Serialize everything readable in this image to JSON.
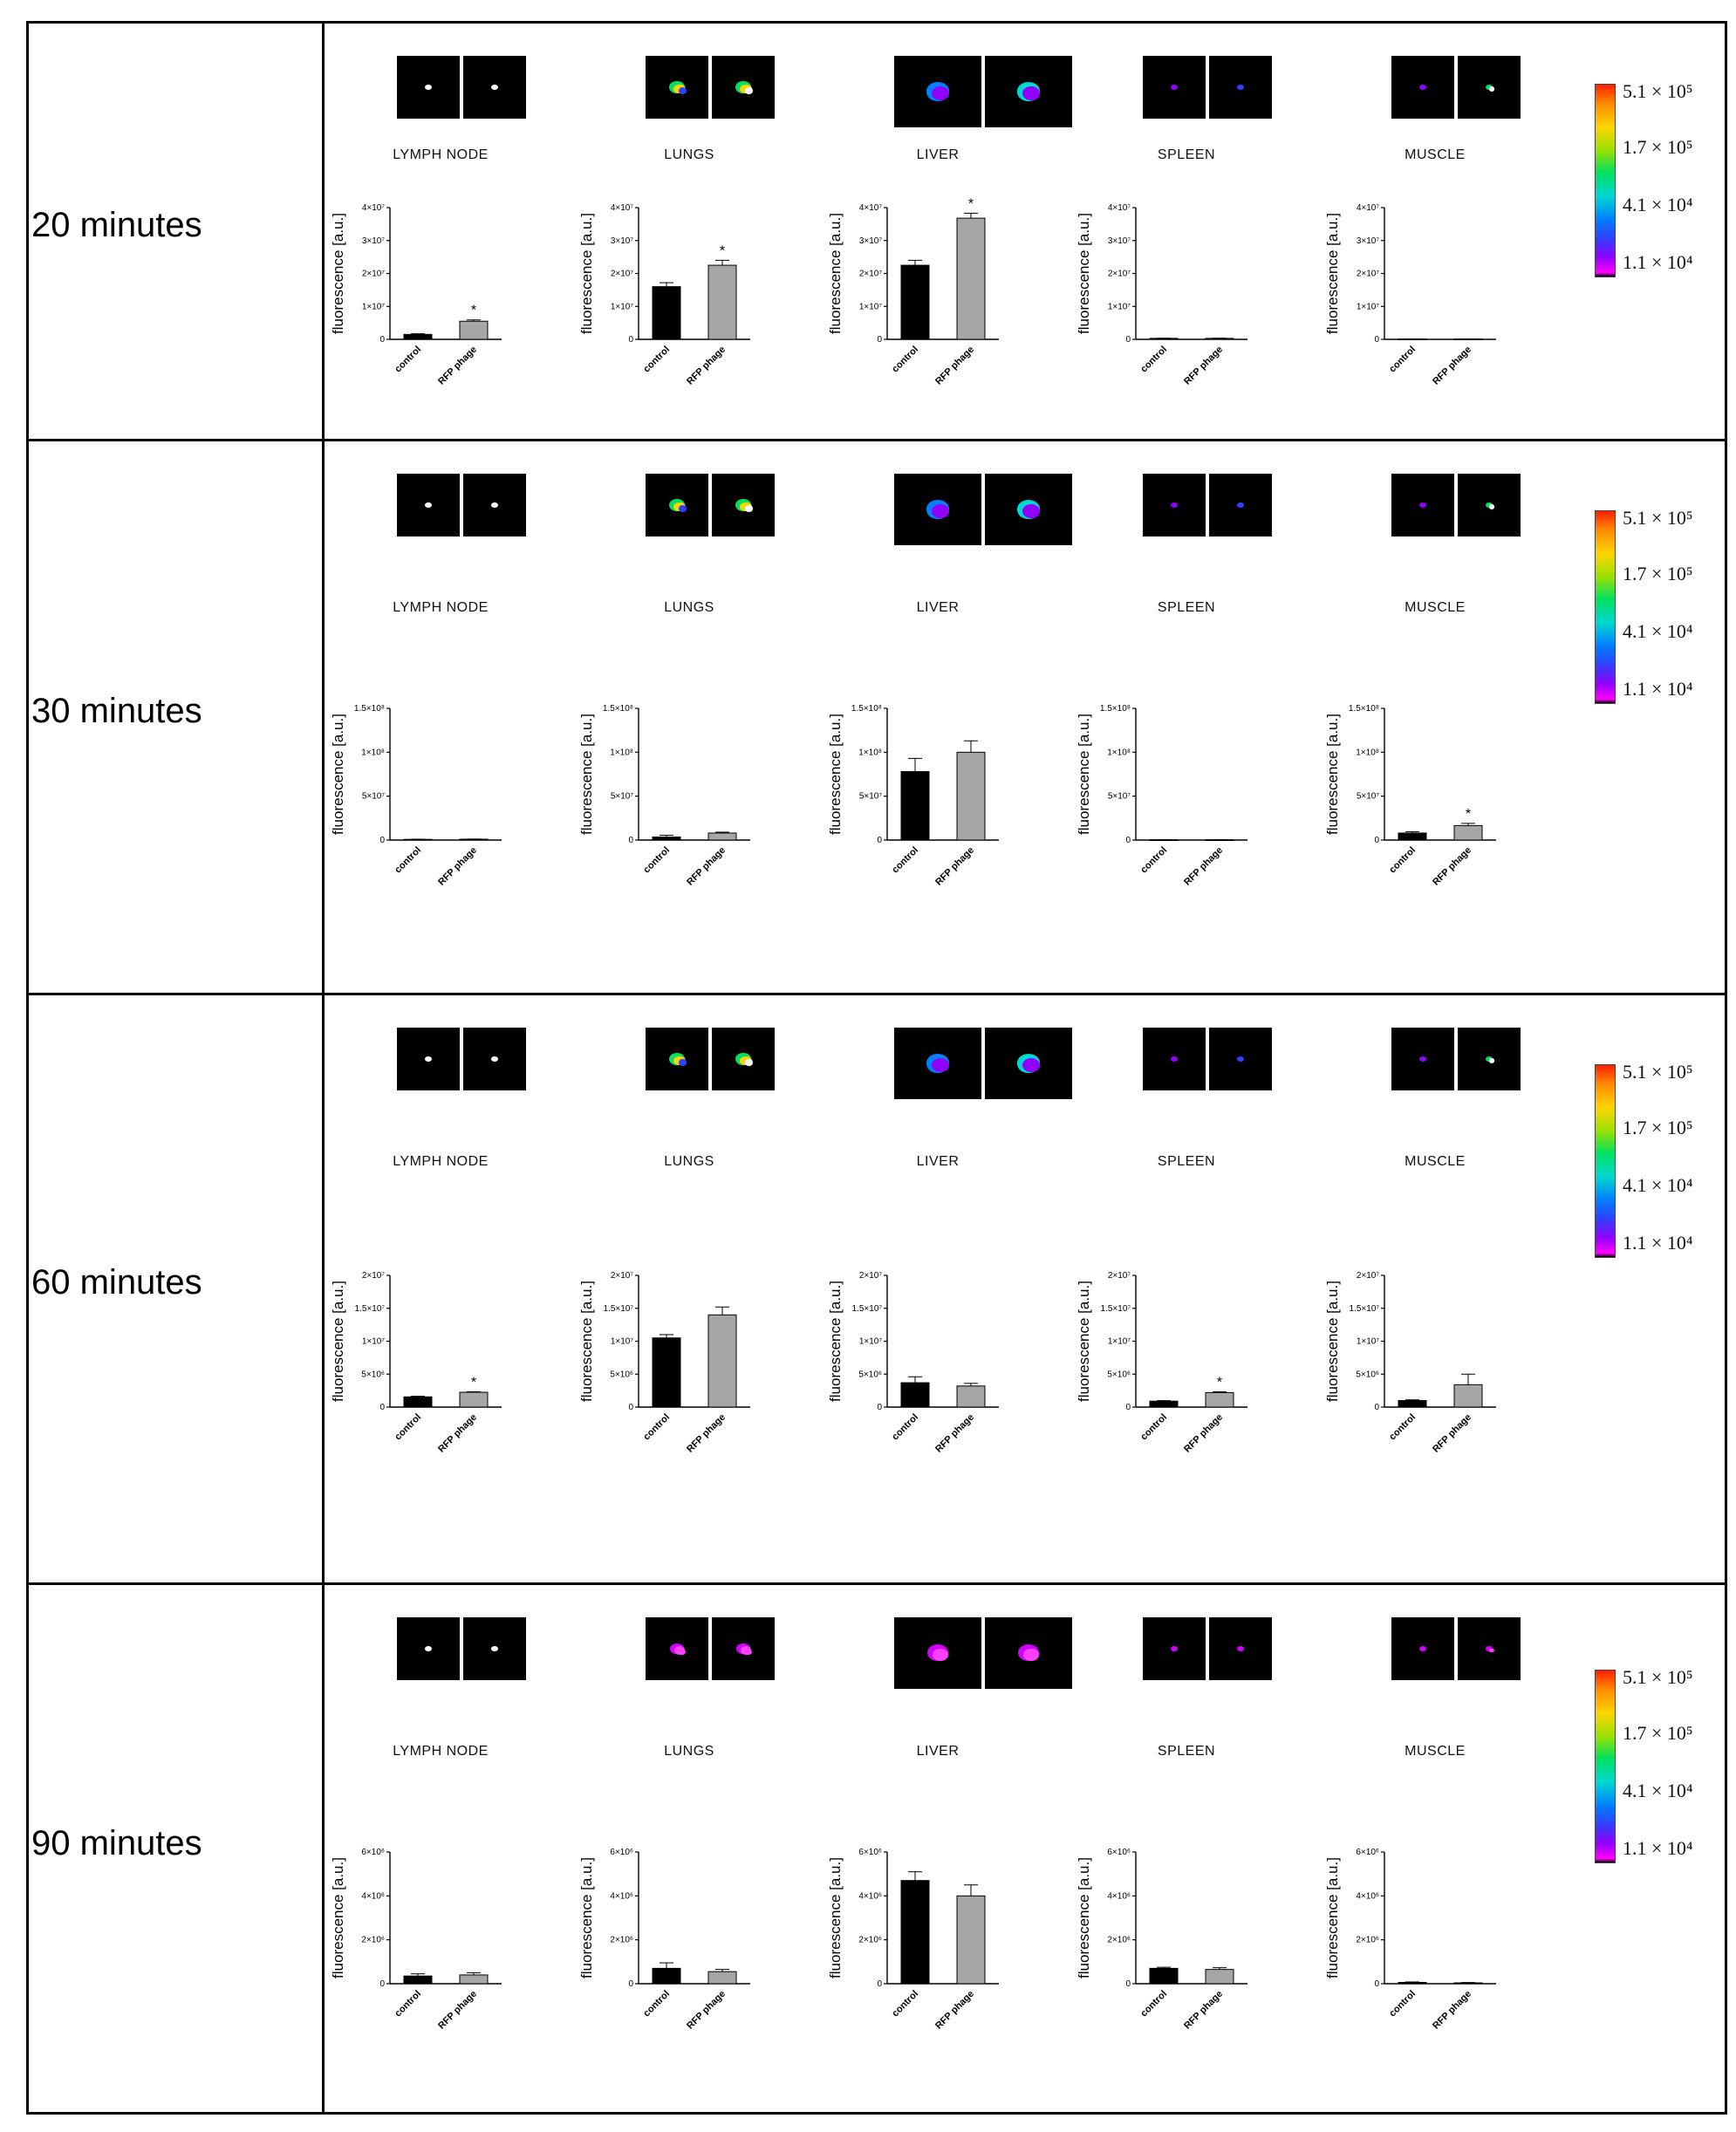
{
  "figure": {
    "organ_names": [
      "LYMPH NODE",
      "LUNGS",
      "LIVER",
      "SPLEEN",
      "MUSCLE"
    ],
    "categories": [
      "control",
      "RFP phage"
    ],
    "ylabel": "fluorescence [a.u.]",
    "colorbar": {
      "labels": [
        "5.1 × 10⁵",
        "1.7 × 10⁵",
        "4.1 × 10⁴",
        "1.1 × 10⁴"
      ],
      "colors": [
        "#ff2000",
        "#ff8c00",
        "#ffd400",
        "#00e060",
        "#00d8d0",
        "#0080ff",
        "#9000ff",
        "#ff00ff"
      ]
    },
    "bar_colors": {
      "control": "#000000",
      "RFP phage": "#a6a6a6"
    }
  },
  "rows": [
    {
      "time": "20 minutes",
      "tick_labels": [
        "0",
        "1×10⁷",
        "2×10⁷",
        "3×10⁷",
        "4×10⁷"
      ],
      "ylim": [
        0,
        40000000
      ]
    },
    {
      "time": "30 minutes",
      "tick_labels": [
        "0",
        "5×10⁷",
        "1×10⁸",
        "1.5×10⁸"
      ],
      "ylim": [
        0,
        150000000
      ]
    },
    {
      "time": "60 minutes",
      "tick_labels": [
        "0",
        "5×10⁶",
        "1×10⁷",
        "1.5×10⁷",
        "2×10⁷"
      ],
      "ylim": [
        0,
        20000000
      ]
    },
    {
      "time": "90 minutes",
      "tick_labels": [
        "0",
        "2×10⁶",
        "4×10⁶",
        "6×10⁶"
      ],
      "ylim": [
        0,
        6000000
      ]
    }
  ],
  "chart_data": [
    {
      "type": "bar",
      "time": "20 minutes",
      "organ": "LYMPH NODE",
      "categories": [
        "control",
        "RFP phage"
      ],
      "values": [
        1500000,
        5500000
      ],
      "errors": [
        200000,
        400000
      ],
      "significant": [
        false,
        true
      ],
      "ylabel": "fluorescence [a.u.]",
      "ylim": [
        0,
        40000000
      ]
    },
    {
      "type": "bar",
      "time": "20 minutes",
      "organ": "LUNGS",
      "categories": [
        "control",
        "RFP phage"
      ],
      "values": [
        16000000,
        22500000
      ],
      "errors": [
        1200000,
        1500000
      ],
      "significant": [
        false,
        true
      ],
      "ylabel": "fluorescence [a.u.]",
      "ylim": [
        0,
        40000000
      ]
    },
    {
      "type": "bar",
      "time": "20 minutes",
      "organ": "LIVER",
      "categories": [
        "control",
        "RFP phage"
      ],
      "values": [
        22500000,
        36800000
      ],
      "errors": [
        1500000,
        1500000
      ],
      "significant": [
        false,
        true
      ],
      "ylabel": "fluorescence [a.u.]",
      "ylim": [
        0,
        40000000
      ]
    },
    {
      "type": "bar",
      "time": "20 minutes",
      "organ": "SPLEEN",
      "categories": [
        "control",
        "RFP phage"
      ],
      "values": [
        300000,
        300000
      ],
      "errors": [
        50000,
        50000
      ],
      "significant": [
        false,
        false
      ],
      "ylabel": "fluorescence [a.u.]",
      "ylim": [
        0,
        40000000
      ]
    },
    {
      "type": "bar",
      "time": "20 minutes",
      "organ": "MUSCLE",
      "categories": [
        "control",
        "RFP phage"
      ],
      "values": [
        100000,
        100000
      ],
      "errors": [
        20000,
        20000
      ],
      "significant": [
        false,
        false
      ],
      "ylabel": "fluorescence [a.u.]",
      "ylim": [
        0,
        40000000
      ]
    },
    {
      "type": "bar",
      "time": "30 minutes",
      "organ": "LYMPH NODE",
      "categories": [
        "control",
        "RFP phage"
      ],
      "values": [
        800000,
        1000000
      ],
      "errors": [
        200000,
        200000
      ],
      "significant": [
        false,
        false
      ],
      "ylabel": "fluorescence [a.u.]",
      "ylim": [
        0,
        150000000
      ]
    },
    {
      "type": "bar",
      "time": "30 minutes",
      "organ": "LUNGS",
      "categories": [
        "control",
        "RFP phage"
      ],
      "values": [
        3500000,
        8000000
      ],
      "errors": [
        2000000,
        1000000
      ],
      "significant": [
        false,
        false
      ],
      "ylabel": "fluorescence [a.u.]",
      "ylim": [
        0,
        150000000
      ]
    },
    {
      "type": "bar",
      "time": "30 minutes",
      "organ": "LIVER",
      "categories": [
        "control",
        "RFP phage"
      ],
      "values": [
        78000000,
        100000000
      ],
      "errors": [
        15000000,
        13000000
      ],
      "significant": [
        false,
        false
      ],
      "ylabel": "fluorescence [a.u.]",
      "ylim": [
        0,
        150000000
      ]
    },
    {
      "type": "bar",
      "time": "30 minutes",
      "organ": "SPLEEN",
      "categories": [
        "control",
        "RFP phage"
      ],
      "values": [
        300000,
        300000
      ],
      "errors": [
        50000,
        50000
      ],
      "significant": [
        false,
        false
      ],
      "ylabel": "fluorescence [a.u.]",
      "ylim": [
        0,
        150000000
      ]
    },
    {
      "type": "bar",
      "time": "30 minutes",
      "organ": "MUSCLE",
      "categories": [
        "control",
        "RFP phage"
      ],
      "values": [
        8000000,
        16500000
      ],
      "errors": [
        1500000,
        2500000
      ],
      "significant": [
        false,
        true
      ],
      "ylabel": "fluorescence [a.u.]",
      "ylim": [
        0,
        150000000
      ]
    },
    {
      "type": "bar",
      "time": "60 minutes",
      "organ": "LYMPH NODE",
      "categories": [
        "control",
        "RFP phage"
      ],
      "values": [
        1550000,
        2250000
      ],
      "errors": [
        100000,
        80000
      ],
      "significant": [
        false,
        true
      ],
      "ylabel": "fluorescence [a.u.]",
      "ylim": [
        0,
        20000000
      ]
    },
    {
      "type": "bar",
      "time": "60 minutes",
      "organ": "LUNGS",
      "categories": [
        "control",
        "RFP phage"
      ],
      "values": [
        10500000,
        14000000
      ],
      "errors": [
        500000,
        1200000
      ],
      "significant": [
        false,
        false
      ],
      "ylabel": "fluorescence [a.u.]",
      "ylim": [
        0,
        20000000
      ]
    },
    {
      "type": "bar",
      "time": "60 minutes",
      "organ": "LIVER",
      "categories": [
        "control",
        "RFP phage"
      ],
      "values": [
        3700000,
        3200000
      ],
      "errors": [
        900000,
        400000
      ],
      "significant": [
        false,
        false
      ],
      "ylabel": "fluorescence [a.u.]",
      "ylim": [
        0,
        20000000
      ]
    },
    {
      "type": "bar",
      "time": "60 minutes",
      "organ": "SPLEEN",
      "categories": [
        "control",
        "RFP phage"
      ],
      "values": [
        900000,
        2200000
      ],
      "errors": [
        80000,
        120000
      ],
      "significant": [
        false,
        true
      ],
      "ylabel": "fluorescence [a.u.]",
      "ylim": [
        0,
        20000000
      ]
    },
    {
      "type": "bar",
      "time": "60 minutes",
      "organ": "MUSCLE",
      "categories": [
        "control",
        "RFP phage"
      ],
      "values": [
        1000000,
        3400000
      ],
      "errors": [
        100000,
        1600000
      ],
      "significant": [
        false,
        false
      ],
      "ylabel": "fluorescence [a.u.]",
      "ylim": [
        0,
        20000000
      ]
    },
    {
      "type": "bar",
      "time": "90 minutes",
      "organ": "LYMPH NODE",
      "categories": [
        "control",
        "RFP phage"
      ],
      "values": [
        350000,
        400000
      ],
      "errors": [
        100000,
        100000
      ],
      "significant": [
        false,
        false
      ],
      "ylabel": "fluorescence [a.u.]",
      "ylim": [
        0,
        6000000
      ]
    },
    {
      "type": "bar",
      "time": "90 minutes",
      "organ": "LUNGS",
      "categories": [
        "control",
        "RFP phage"
      ],
      "values": [
        700000,
        550000
      ],
      "errors": [
        250000,
        100000
      ],
      "significant": [
        false,
        false
      ],
      "ylabel": "fluorescence [a.u.]",
      "ylim": [
        0,
        6000000
      ]
    },
    {
      "type": "bar",
      "time": "90 minutes",
      "organ": "LIVER",
      "categories": [
        "control",
        "RFP phage"
      ],
      "values": [
        4700000,
        4000000
      ],
      "errors": [
        400000,
        500000
      ],
      "significant": [
        false,
        false
      ],
      "ylabel": "fluorescence [a.u.]",
      "ylim": [
        0,
        6000000
      ]
    },
    {
      "type": "bar",
      "time": "90 minutes",
      "organ": "SPLEEN",
      "categories": [
        "control",
        "RFP phage"
      ],
      "values": [
        700000,
        650000
      ],
      "errors": [
        50000,
        80000
      ],
      "significant": [
        false,
        false
      ],
      "ylabel": "fluorescence [a.u.]",
      "ylim": [
        0,
        6000000
      ]
    },
    {
      "type": "bar",
      "time": "90 minutes",
      "organ": "MUSCLE",
      "categories": [
        "control",
        "RFP phage"
      ],
      "values": [
        60000,
        40000
      ],
      "errors": [
        20000,
        15000
      ],
      "significant": [
        false,
        false
      ],
      "ylabel": "fluorescence [a.u.]",
      "ylim": [
        0,
        6000000
      ]
    }
  ]
}
